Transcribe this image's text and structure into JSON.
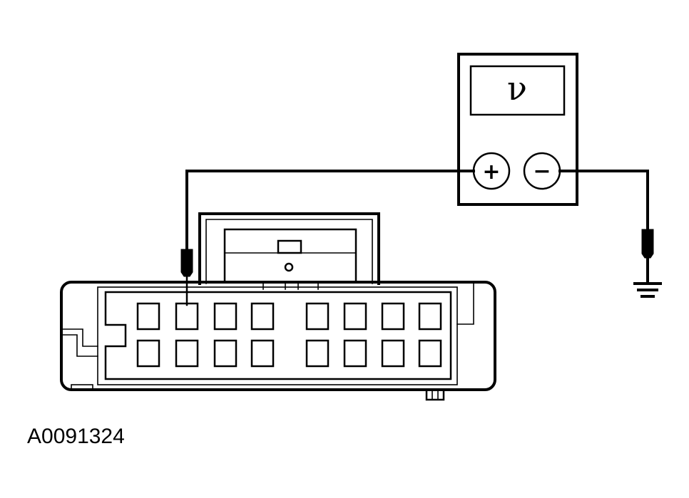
{
  "meter": {
    "display_symbol": "ν",
    "positive_label": "+",
    "negative_label": "−"
  },
  "connector": {
    "pin_rows": 2,
    "pins_per_row": 8,
    "probed_pin": "top-row-2"
  },
  "figure_id": "A0091324"
}
